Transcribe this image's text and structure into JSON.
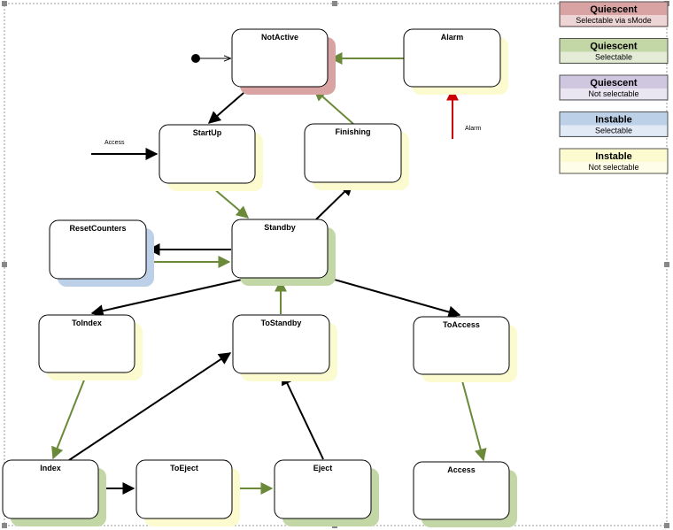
{
  "colors": {
    "quiescent_smode": "#d9a3a3",
    "quiescent_selectable": "#c3d6a6",
    "quiescent_not_selectable": "#cfc6e0",
    "instable_selectable": "#bcd0e8",
    "instable_not_selectable": "#fbfbcf",
    "edge_black": "#000000",
    "edge_green": "#6a8a3a",
    "edge_red": "#cc0000"
  },
  "legend": [
    {
      "title": "Quiescent",
      "subtitle": "Selectable via sMode",
      "color_key": "quiescent_smode"
    },
    {
      "title": "Quiescent",
      "subtitle": "Selectable",
      "color_key": "quiescent_selectable"
    },
    {
      "title": "Quiescent",
      "subtitle": "Not selectable",
      "color_key": "quiescent_not_selectable"
    },
    {
      "title": "Instable",
      "subtitle": "Selectable",
      "color_key": "instable_selectable"
    },
    {
      "title": "Instable",
      "subtitle": "Not selectable",
      "color_key": "instable_not_selectable"
    }
  ],
  "states": [
    {
      "id": "notactive",
      "label": "NotActive",
      "shadow_key": "quiescent_smode"
    },
    {
      "id": "alarm",
      "label": "Alarm",
      "shadow_key": "instable_not_selectable"
    },
    {
      "id": "startup",
      "label": "StartUp",
      "shadow_key": "instable_not_selectable"
    },
    {
      "id": "finishing",
      "label": "Finishing",
      "shadow_key": "instable_not_selectable"
    },
    {
      "id": "resetcounters",
      "label": "ResetCounters",
      "shadow_key": "instable_selectable"
    },
    {
      "id": "standby",
      "label": "Standby",
      "shadow_key": "quiescent_selectable"
    },
    {
      "id": "toindex",
      "label": "ToIndex",
      "shadow_key": "instable_not_selectable"
    },
    {
      "id": "tostandby",
      "label": "ToStandby",
      "shadow_key": "instable_not_selectable"
    },
    {
      "id": "toaccess",
      "label": "ToAccess",
      "shadow_key": "instable_not_selectable"
    },
    {
      "id": "index",
      "label": "Index",
      "shadow_key": "quiescent_selectable"
    },
    {
      "id": "toeject",
      "label": "ToEject",
      "shadow_key": "instable_not_selectable"
    },
    {
      "id": "eject",
      "label": "Eject",
      "shadow_key": "quiescent_selectable"
    },
    {
      "id": "access",
      "label": "Access",
      "shadow_key": "quiescent_selectable"
    }
  ],
  "edge_labels": {
    "access_entry": "Access",
    "alarm_entry": "Alarm"
  }
}
